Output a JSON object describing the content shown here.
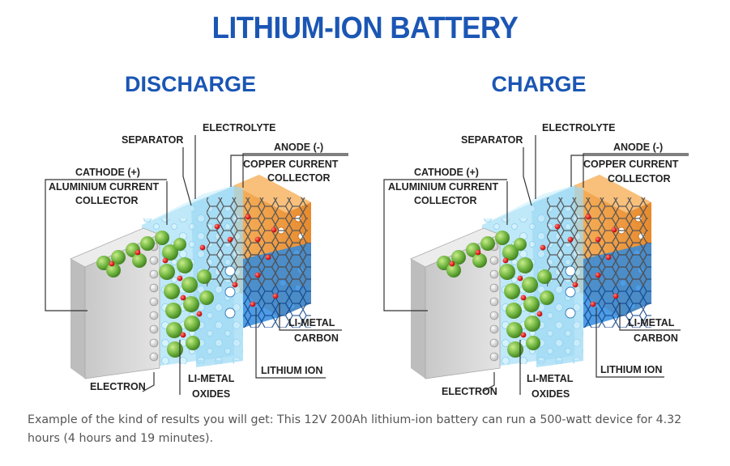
{
  "title": "LITHIUM-ION BATTERY",
  "panels": [
    {
      "heading": "DISCHARGE",
      "labels": {
        "electrolyte": "ELECTROLYTE",
        "separator": "SEPARATOR",
        "anode": "ANODE (-)",
        "copper_1": "COPPER CURRENT",
        "copper_2": "COLLECTOR",
        "cathode": "CATHODE (+)",
        "aluminium_1": "ALUMINIUM CURRENT",
        "aluminium_2": "COLLECTOR",
        "limetal_carbon_1": "LI-METAL",
        "limetal_carbon_2": "CARBON",
        "lithium_ion": "LITHIUM ION",
        "electron": "ELECTRON",
        "limetal_oxides_1": "LI-METAL",
        "limetal_oxides_2": "OXIDES"
      }
    },
    {
      "heading": "CHARGE",
      "labels": {
        "electrolyte": "ELECTROLYTE",
        "separator": "SEPARATOR",
        "anode": "ANODE (-)",
        "copper_1": "COPPER CURRENT",
        "copper_2": "COLLECTOR",
        "cathode": "CATHODE (+)",
        "aluminium_1": "ALUMINIUM CURRENT",
        "aluminium_2": "COLLECTOR",
        "limetal_carbon_1": "LI-METAL",
        "limetal_carbon_2": "CARBON",
        "lithium_ion": "LITHIUM ION",
        "electron": "ELECTRON",
        "limetal_oxides_1": "LI-METAL",
        "limetal_oxides_2": "OXIDES"
      }
    }
  ],
  "caption": "Example of the kind of results you will get: This 12V 200Ah lithium-ion battery can run a 500-watt device for 4.32 hours (4 hours and 19 minutes).",
  "colors": {
    "heading": "#1b56b4",
    "anode_copper": "#f0a24e",
    "electrolyte": "#bfe8f8",
    "separator": "#9fd9f4",
    "collector_grey": "#d7d7d7",
    "oxide_green": "#74b843",
    "lithium_red": "#e02020",
    "carbon_blue": "#2f8be0"
  },
  "icons": [
    "electron-icon",
    "lithium-ion-icon",
    "oxide-sphere-icon",
    "graphite-hexagon-icon"
  ]
}
